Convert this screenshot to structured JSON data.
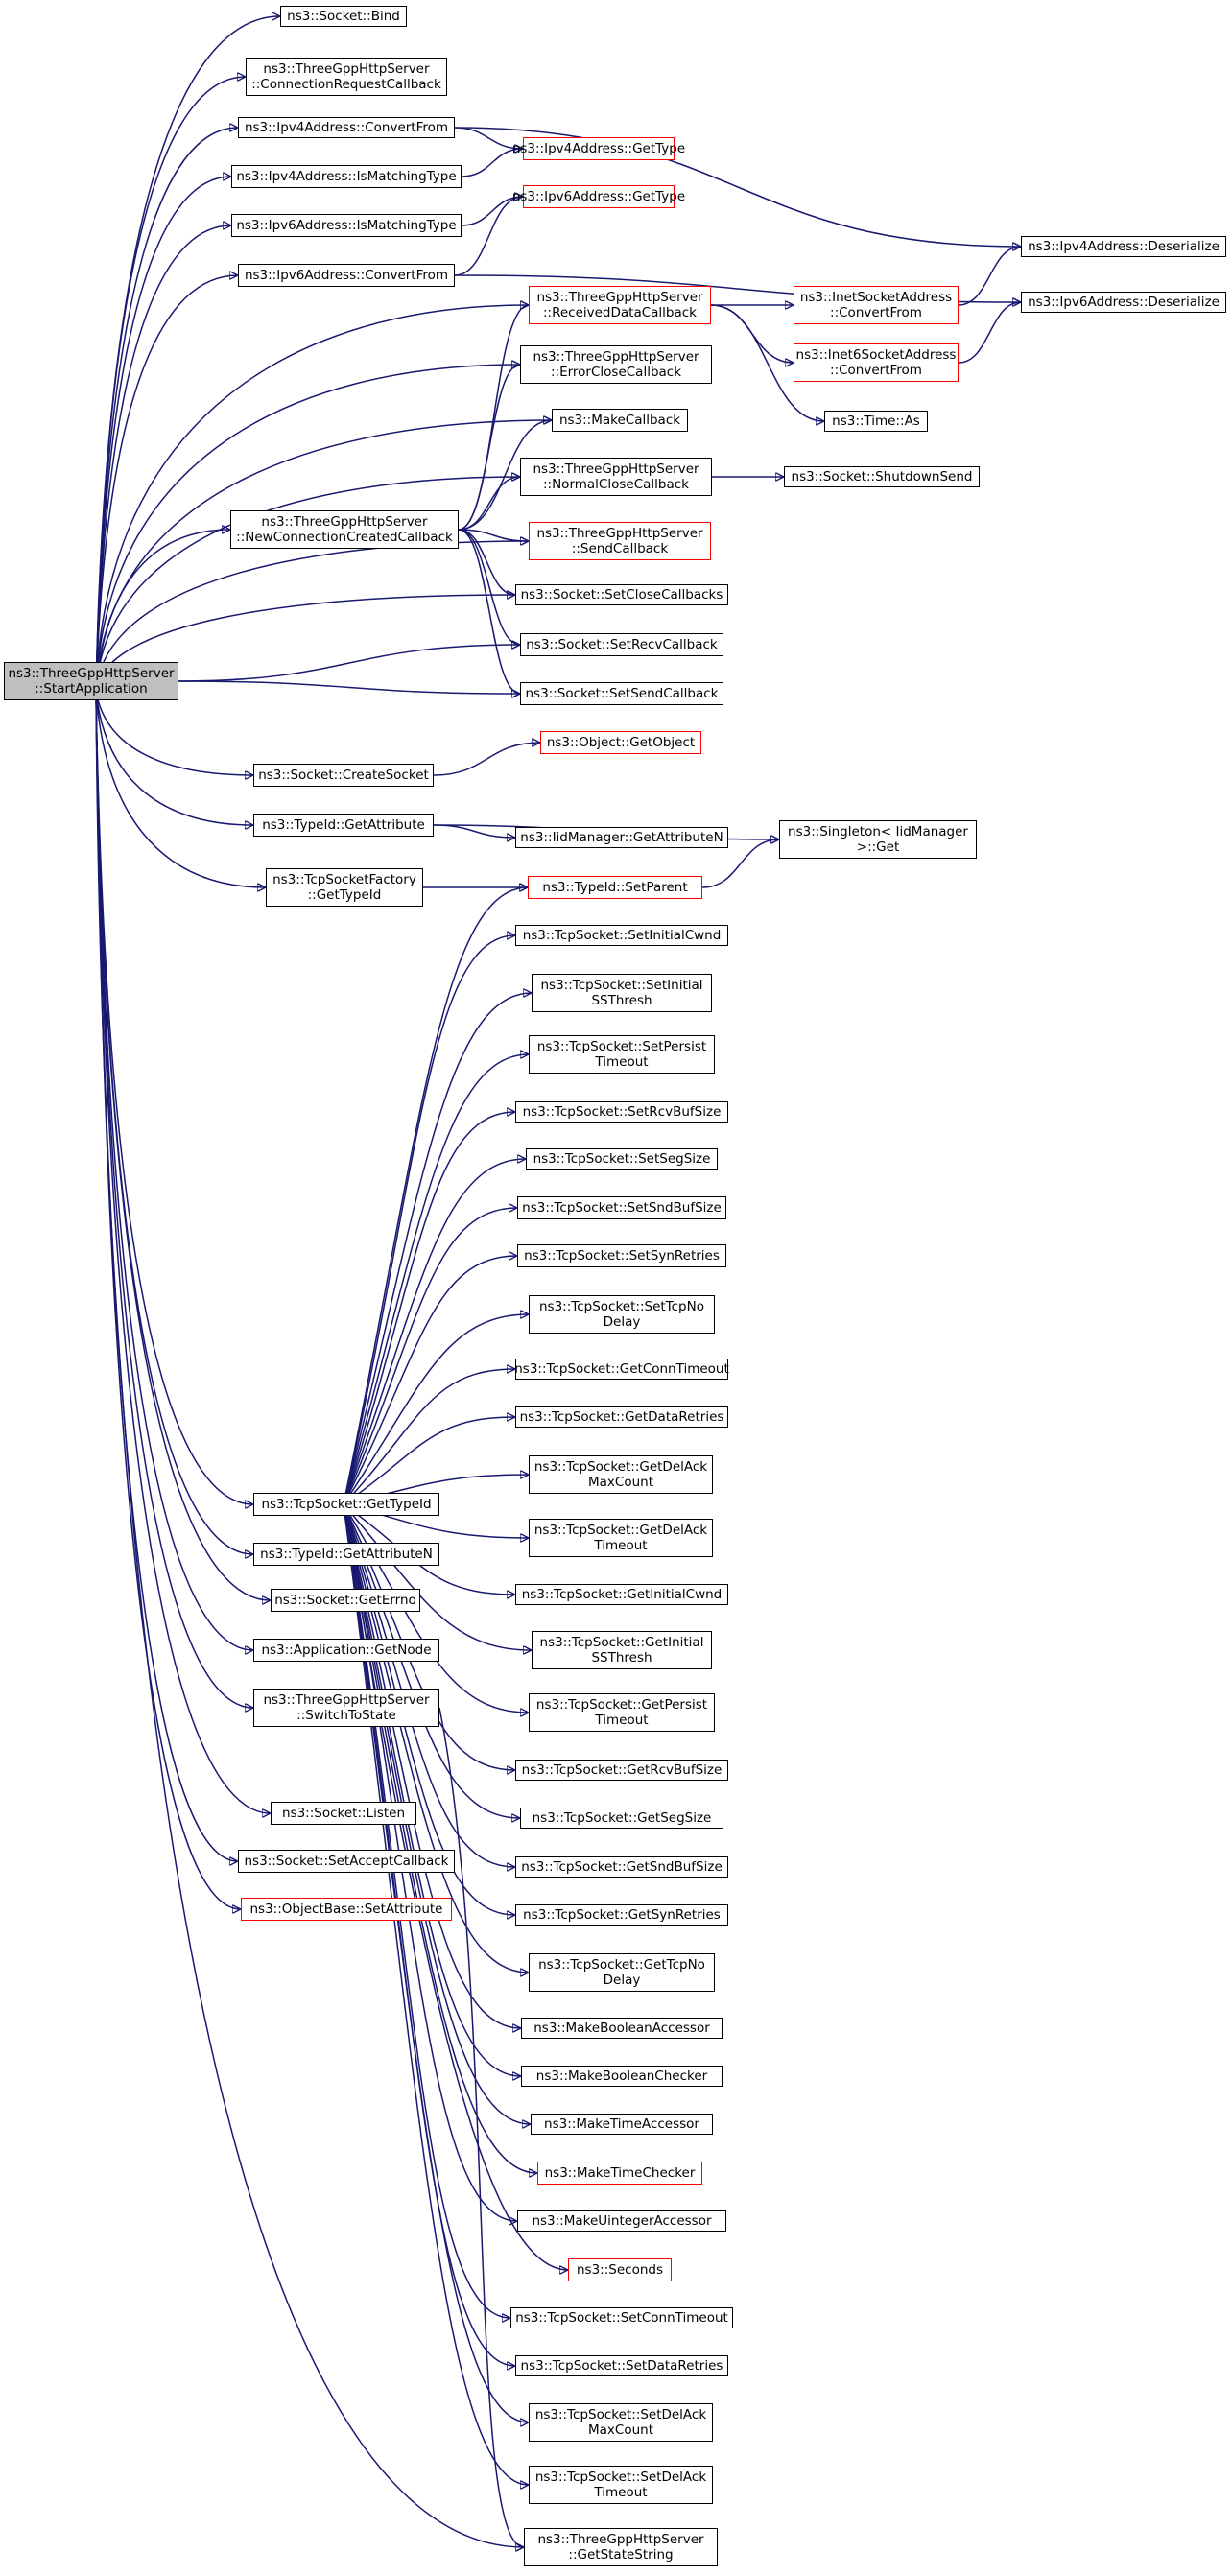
{
  "diagram": {
    "edge_color": "#191970",
    "nodes": [
      {
        "id": "root",
        "label": "ns3::ThreeGppHttpServer\n::StartApplication",
        "style": "root"
      },
      {
        "id": "bind",
        "label": "ns3::Socket::Bind"
      },
      {
        "id": "conreq",
        "label": "ns3::ThreeGppHttpServer\n::ConnectionRequestCallback"
      },
      {
        "id": "v4conv",
        "label": "ns3::Ipv4Address::ConvertFrom"
      },
      {
        "id": "v4gettype",
        "label": "ns3::Ipv4Address::GetType",
        "style": "red"
      },
      {
        "id": "v4ismatch",
        "label": "ns3::Ipv4Address::IsMatchingType"
      },
      {
        "id": "v6ismatch",
        "label": "ns3::Ipv6Address::IsMatchingType"
      },
      {
        "id": "v6gettype",
        "label": "ns3::Ipv6Address::GetType",
        "style": "red"
      },
      {
        "id": "v4deser",
        "label": "ns3::Ipv4Address::Deserialize"
      },
      {
        "id": "v6conv",
        "label": "ns3::Ipv6Address::ConvertFrom"
      },
      {
        "id": "v6deser",
        "label": "ns3::Ipv6Address::Deserialize"
      },
      {
        "id": "recvdata",
        "label": "ns3::ThreeGppHttpServer\n::ReceivedDataCallback",
        "style": "red"
      },
      {
        "id": "inetconv",
        "label": "ns3::InetSocketAddress\n::ConvertFrom",
        "style": "red"
      },
      {
        "id": "errclose",
        "label": "ns3::ThreeGppHttpServer\n::ErrorCloseCallback"
      },
      {
        "id": "inet6conv",
        "label": "ns3::Inet6SocketAddress\n::ConvertFrom",
        "style": "red"
      },
      {
        "id": "makecb",
        "label": "ns3::MakeCallback"
      },
      {
        "id": "timeas",
        "label": "ns3::Time::As"
      },
      {
        "id": "normclose",
        "label": "ns3::ThreeGppHttpServer\n::NormalCloseCallback"
      },
      {
        "id": "shutdown",
        "label": "ns3::Socket::ShutdownSend"
      },
      {
        "id": "newconn",
        "label": "ns3::ThreeGppHttpServer\n::NewConnectionCreatedCallback"
      },
      {
        "id": "sendcb",
        "label": "ns3::ThreeGppHttpServer\n::SendCallback",
        "style": "red"
      },
      {
        "id": "setclose",
        "label": "ns3::Socket::SetCloseCallbacks"
      },
      {
        "id": "setrecv",
        "label": "ns3::Socket::SetRecvCallback"
      },
      {
        "id": "setsend",
        "label": "ns3::Socket::SetSendCallback"
      },
      {
        "id": "createsock",
        "label": "ns3::Socket::CreateSocket"
      },
      {
        "id": "getobject",
        "label": "ns3::Object::GetObject",
        "style": "red"
      },
      {
        "id": "getattr",
        "label": "ns3::TypeId::GetAttribute"
      },
      {
        "id": "iidgetattrn",
        "label": "ns3::IidManager::GetAttributeN"
      },
      {
        "id": "singleton",
        "label": "ns3::Singleton< IidManager\n>::Get"
      },
      {
        "id": "tcpfactory",
        "label": "ns3::TcpSocketFactory\n::GetTypeId"
      },
      {
        "id": "setparent",
        "label": "ns3::TypeId::SetParent",
        "style": "red"
      },
      {
        "id": "setinitcwnd",
        "label": "ns3::TcpSocket::SetInitialCwnd"
      },
      {
        "id": "setinitss",
        "label": "ns3::TcpSocket::SetInitial\nSSThresh"
      },
      {
        "id": "setpersist",
        "label": "ns3::TcpSocket::SetPersist\nTimeout"
      },
      {
        "id": "setrcvbuf",
        "label": "ns3::TcpSocket::SetRcvBufSize"
      },
      {
        "id": "setseg",
        "label": "ns3::TcpSocket::SetSegSize"
      },
      {
        "id": "setsndbuf",
        "label": "ns3::TcpSocket::SetSndBufSize"
      },
      {
        "id": "setsyn",
        "label": "ns3::TcpSocket::SetSynRetries"
      },
      {
        "id": "settcpno",
        "label": "ns3::TcpSocket::SetTcpNo\nDelay"
      },
      {
        "id": "getconnto",
        "label": "ns3::TcpSocket::GetConnTimeout"
      },
      {
        "id": "getdataret",
        "label": "ns3::TcpSocket::GetDataRetries"
      },
      {
        "id": "getdelack",
        "label": "ns3::TcpSocket::GetDelAck\nMaxCount"
      },
      {
        "id": "tcpgettypeid",
        "label": "ns3::TcpSocket::GetTypeId"
      },
      {
        "id": "getdelackto",
        "label": "ns3::TcpSocket::GetDelAck\nTimeout"
      },
      {
        "id": "getattrn",
        "label": "ns3::TypeId::GetAttributeN"
      },
      {
        "id": "getinitcwnd",
        "label": "ns3::TcpSocket::GetInitialCwnd"
      },
      {
        "id": "geterrno",
        "label": "ns3::Socket::GetErrno"
      },
      {
        "id": "getinitss",
        "label": "ns3::TcpSocket::GetInitial\nSSThresh"
      },
      {
        "id": "getnode",
        "label": "ns3::Application::GetNode"
      },
      {
        "id": "switchstate",
        "label": "ns3::ThreeGppHttpServer\n::SwitchToState"
      },
      {
        "id": "getpersist",
        "label": "ns3::TcpSocket::GetPersist\nTimeout"
      },
      {
        "id": "getrcvbuf",
        "label": "ns3::TcpSocket::GetRcvBufSize"
      },
      {
        "id": "listen",
        "label": "ns3::Socket::Listen"
      },
      {
        "id": "getseg",
        "label": "ns3::TcpSocket::GetSegSize"
      },
      {
        "id": "setaccept",
        "label": "ns3::Socket::SetAcceptCallback"
      },
      {
        "id": "getsndbuf",
        "label": "ns3::TcpSocket::GetSndBufSize"
      },
      {
        "id": "objsetattr",
        "label": "ns3::ObjectBase::SetAttribute",
        "style": "red"
      },
      {
        "id": "getsyn",
        "label": "ns3::TcpSocket::GetSynRetries"
      },
      {
        "id": "gettcpno",
        "label": "ns3::TcpSocket::GetTcpNo\nDelay"
      },
      {
        "id": "mkboolacc",
        "label": "ns3::MakeBooleanAccessor"
      },
      {
        "id": "mkboolchk",
        "label": "ns3::MakeBooleanChecker"
      },
      {
        "id": "mktimeacc",
        "label": "ns3::MakeTimeAccessor"
      },
      {
        "id": "mktimechk",
        "label": "ns3::MakeTimeChecker",
        "style": "red"
      },
      {
        "id": "mkuintacc",
        "label": "ns3::MakeUintegerAccessor"
      },
      {
        "id": "seconds",
        "label": "ns3::Seconds",
        "style": "red"
      },
      {
        "id": "setconnto",
        "label": "ns3::TcpSocket::SetConnTimeout"
      },
      {
        "id": "setdataret",
        "label": "ns3::TcpSocket::SetDataRetries"
      },
      {
        "id": "setdelack",
        "label": "ns3::TcpSocket::SetDelAck\nMaxCount"
      },
      {
        "id": "setdelackto",
        "label": "ns3::TcpSocket::SetDelAck\nTimeout"
      },
      {
        "id": "getstatestr",
        "label": "ns3::ThreeGppHttpServer\n::GetStateString"
      }
    ],
    "edges": [
      [
        "root",
        "bind"
      ],
      [
        "root",
        "conreq"
      ],
      [
        "root",
        "v4conv"
      ],
      [
        "root",
        "v4ismatch"
      ],
      [
        "root",
        "v6ismatch"
      ],
      [
        "root",
        "v6conv"
      ],
      [
        "root",
        "recvdata"
      ],
      [
        "root",
        "errclose"
      ],
      [
        "root",
        "makecb"
      ],
      [
        "root",
        "normclose"
      ],
      [
        "root",
        "newconn"
      ],
      [
        "root",
        "sendcb"
      ],
      [
        "root",
        "setclose"
      ],
      [
        "root",
        "setrecv"
      ],
      [
        "root",
        "setsend"
      ],
      [
        "root",
        "createsock"
      ],
      [
        "root",
        "getattr"
      ],
      [
        "root",
        "tcpfactory"
      ],
      [
        "root",
        "tcpgettypeid"
      ],
      [
        "root",
        "getattrn"
      ],
      [
        "root",
        "geterrno"
      ],
      [
        "root",
        "getnode"
      ],
      [
        "root",
        "switchstate"
      ],
      [
        "root",
        "listen"
      ],
      [
        "root",
        "setaccept"
      ],
      [
        "root",
        "objsetattr"
      ],
      [
        "root",
        "getstatestr"
      ],
      [
        "v4conv",
        "v4gettype"
      ],
      [
        "v4conv",
        "v4deser"
      ],
      [
        "v4ismatch",
        "v4gettype"
      ],
      [
        "v6ismatch",
        "v6gettype"
      ],
      [
        "v6conv",
        "v6gettype"
      ],
      [
        "v6conv",
        "v6deser"
      ],
      [
        "recvdata",
        "inetconv"
      ],
      [
        "recvdata",
        "inet6conv"
      ],
      [
        "recvdata",
        "timeas"
      ],
      [
        "inetconv",
        "v4deser"
      ],
      [
        "inet6conv",
        "v6deser"
      ],
      [
        "normclose",
        "shutdown"
      ],
      [
        "newconn",
        "recvdata"
      ],
      [
        "newconn",
        "errclose"
      ],
      [
        "newconn",
        "makecb"
      ],
      [
        "newconn",
        "normclose"
      ],
      [
        "newconn",
        "sendcb"
      ],
      [
        "newconn",
        "setclose"
      ],
      [
        "newconn",
        "setrecv"
      ],
      [
        "newconn",
        "setsend"
      ],
      [
        "createsock",
        "getobject"
      ],
      [
        "getattr",
        "iidgetattrn"
      ],
      [
        "getattr",
        "singleton"
      ],
      [
        "tcpfactory",
        "setparent"
      ],
      [
        "setparent",
        "singleton"
      ],
      [
        "tcpgettypeid",
        "setparent"
      ],
      [
        "tcpgettypeid",
        "setinitcwnd"
      ],
      [
        "tcpgettypeid",
        "setinitss"
      ],
      [
        "tcpgettypeid",
        "setpersist"
      ],
      [
        "tcpgettypeid",
        "setrcvbuf"
      ],
      [
        "tcpgettypeid",
        "setseg"
      ],
      [
        "tcpgettypeid",
        "setsndbuf"
      ],
      [
        "tcpgettypeid",
        "setsyn"
      ],
      [
        "tcpgettypeid",
        "settcpno"
      ],
      [
        "tcpgettypeid",
        "getconnto"
      ],
      [
        "tcpgettypeid",
        "getdataret"
      ],
      [
        "tcpgettypeid",
        "getdelack"
      ],
      [
        "tcpgettypeid",
        "getdelackto"
      ],
      [
        "tcpgettypeid",
        "getinitcwnd"
      ],
      [
        "tcpgettypeid",
        "getinitss"
      ],
      [
        "tcpgettypeid",
        "getpersist"
      ],
      [
        "tcpgettypeid",
        "getrcvbuf"
      ],
      [
        "tcpgettypeid",
        "getseg"
      ],
      [
        "tcpgettypeid",
        "getsndbuf"
      ],
      [
        "tcpgettypeid",
        "getsyn"
      ],
      [
        "tcpgettypeid",
        "gettcpno"
      ],
      [
        "tcpgettypeid",
        "mkboolacc"
      ],
      [
        "tcpgettypeid",
        "mkboolchk"
      ],
      [
        "tcpgettypeid",
        "mktimeacc"
      ],
      [
        "tcpgettypeid",
        "mktimechk"
      ],
      [
        "tcpgettypeid",
        "mkuintacc"
      ],
      [
        "tcpgettypeid",
        "seconds"
      ],
      [
        "tcpgettypeid",
        "setconnto"
      ],
      [
        "tcpgettypeid",
        "setdataret"
      ],
      [
        "tcpgettypeid",
        "setdelack"
      ],
      [
        "tcpgettypeid",
        "setdelackto"
      ],
      [
        "switchstate",
        "getstatestr"
      ]
    ]
  }
}
